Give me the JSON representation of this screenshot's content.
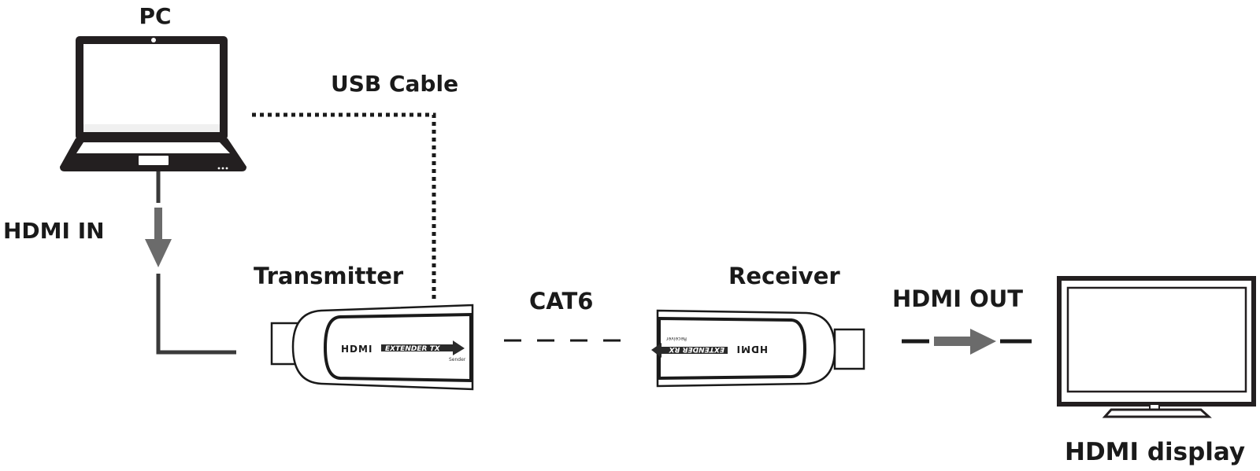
{
  "labels": {
    "pc": "PC",
    "usb_cable": "USB Cable",
    "hdmi_in": "HDMI IN",
    "transmitter": "Transmitter",
    "cat6": "CAT6",
    "receiver": "Receiver",
    "hdmi_out": "HDMI OUT",
    "hdmi_display": "HDMI display"
  },
  "transmitter_device": {
    "logo": "HDMI",
    "banner": "EXTENDER TX",
    "sub": "Sender"
  },
  "receiver_device": {
    "logo": "HDMI",
    "banner": "EXTENDER RX",
    "sub": "Receiver"
  },
  "colors": {
    "line": "#3a3a3a",
    "arrow": "#6b6b6b",
    "text": "#1a1a1a"
  }
}
